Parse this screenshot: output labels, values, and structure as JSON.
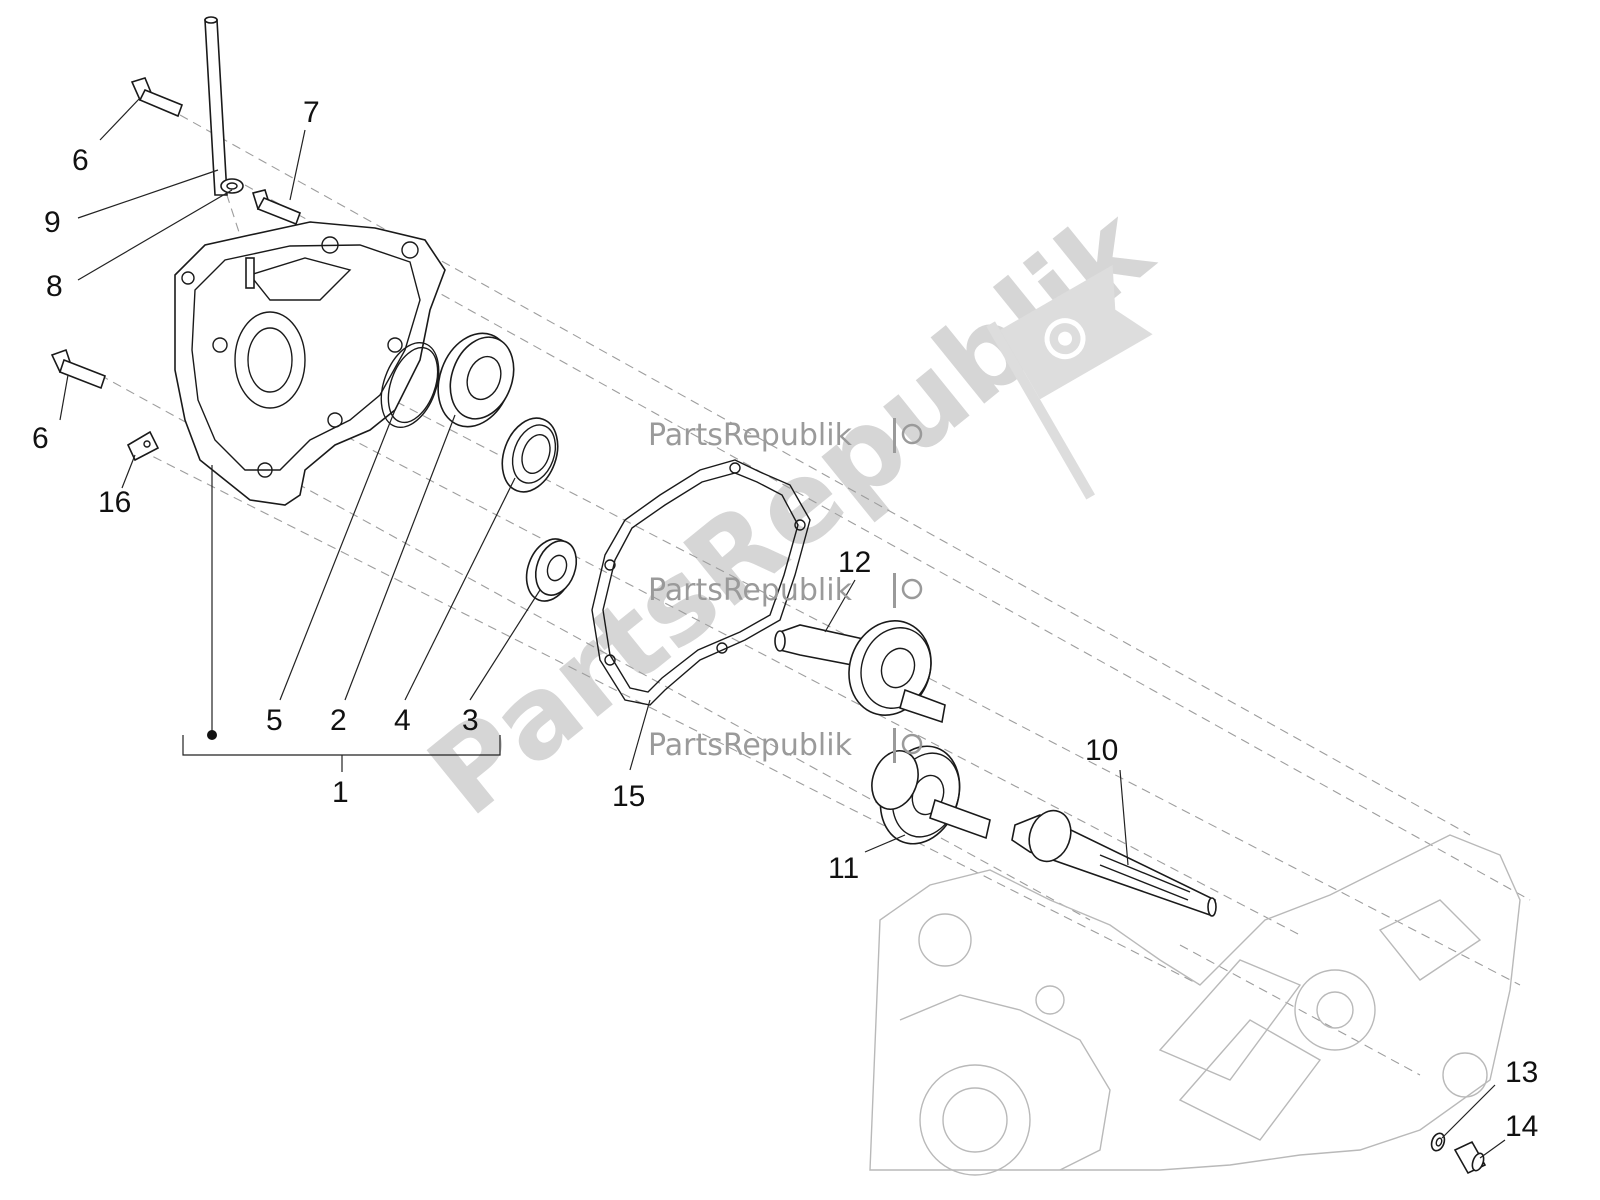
{
  "callouts": {
    "c1": "1",
    "c2": "2",
    "c3": "3",
    "c4": "4",
    "c5": "5",
    "c6a": "6",
    "c6b": "6",
    "c7": "7",
    "c8": "8",
    "c9": "9",
    "c10": "10",
    "c11": "11",
    "c12": "12",
    "c13": "13",
    "c14": "14",
    "c15": "15",
    "c16": "16"
  },
  "watermark": {
    "label": "PartsRepublik",
    "big": "PartsRepublik",
    "icon": "gear-flag-icon",
    "color": "#9a9a9a"
  }
}
